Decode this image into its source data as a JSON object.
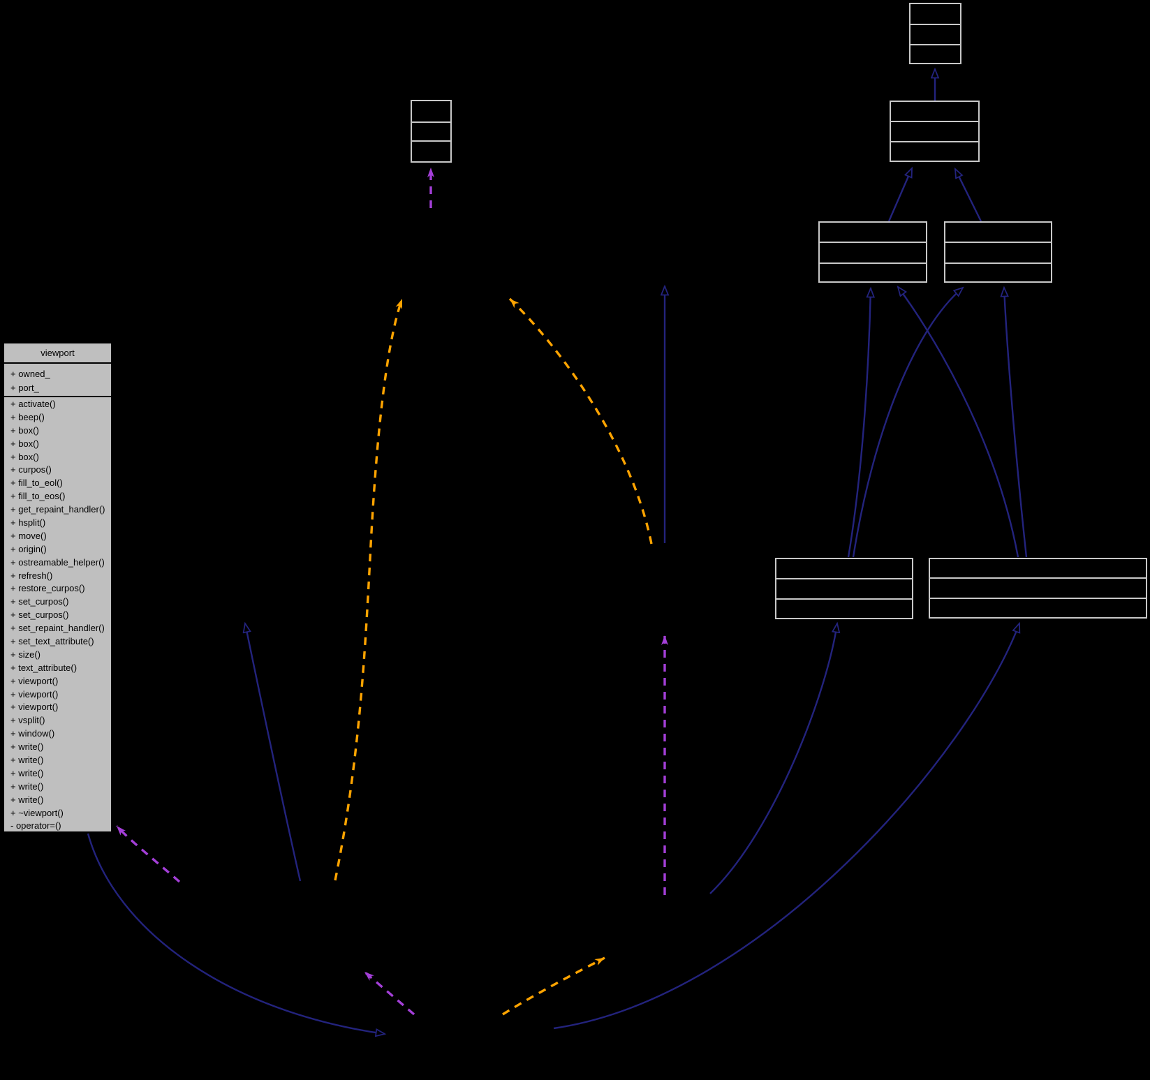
{
  "diagram": {
    "kind": "uml-class-diagram",
    "colors": {
      "background": "#000000",
      "inheritance": "#23237d",
      "usage": "#a43fd8",
      "template": "#ffa400",
      "node_border": "#c8c8c8",
      "node_fill": "#000000",
      "main_node_fill": "#bfbfbf",
      "main_node_text": "#000000"
    },
    "main_class": {
      "title": "viewport",
      "attributes": [
        "+ owned_",
        "+ port_"
      ],
      "methods": [
        "+ activate()",
        "+ beep()",
        "+ box()",
        "+ box()",
        "+ box()",
        "+ curpos()",
        "+ fill_to_eol()",
        "+ fill_to_eos()",
        "+ get_repaint_handler()",
        "+ hsplit()",
        "+ move()",
        "+ origin()",
        "+ ostreamable_helper()",
        "+ refresh()",
        "+ restore_curpos()",
        "+ set_curpos()",
        "+ set_curpos()",
        "+ set_repaint_handler()",
        "+ set_text_attribute()",
        "+ size()",
        "+ text_attribute()",
        "+ viewport()",
        "+ viewport()",
        "+ viewport()",
        "+ vsplit()",
        "+ window()",
        "+ write()",
        "+ write()",
        "+ write()",
        "+ write()",
        "+ write()",
        "+ ~viewport()",
        "- operator=()"
      ]
    }
  }
}
